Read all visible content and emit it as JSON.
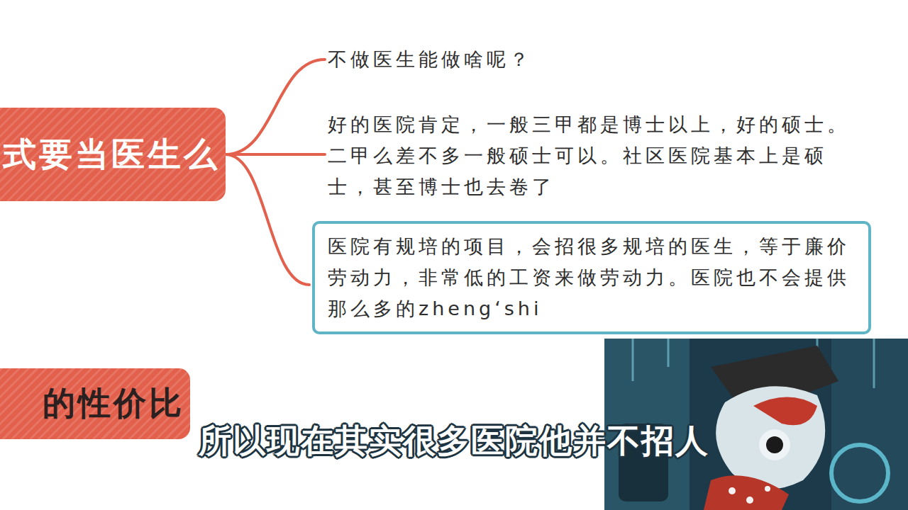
{
  "diagram": {
    "nodes": [
      {
        "text": [
          "式要当医生么"
        ]
      },
      {
        "text": [
          "不做医生能做啥呢？"
        ]
      },
      {
        "text": [
          "好的医院肯定，一般三甲都是博士以上，好的硕士。二甲么差不多一般硕士可以。社区医院基本上是硕士，甚至博士也去卷了"
        ]
      },
      {
        "text": [
          "医院有规培的项目，会招很多规培的医生，等于廉价劳动力，非常低的工资来做劳动力。医院也不会提供那么多的zheng‘shi"
        ]
      },
      {
        "text": [
          "的性价比"
        ]
      }
    ],
    "edges": [
      {
        "from": 0,
        "to": 1,
        "arrow": "none"
      },
      {
        "from": 0,
        "to": 2,
        "arrow": "none"
      },
      {
        "from": 0,
        "to": 3,
        "arrow": "none"
      }
    ],
    "labels": [
      "所以现在其实很多医院他并不招人"
    ]
  }
}
